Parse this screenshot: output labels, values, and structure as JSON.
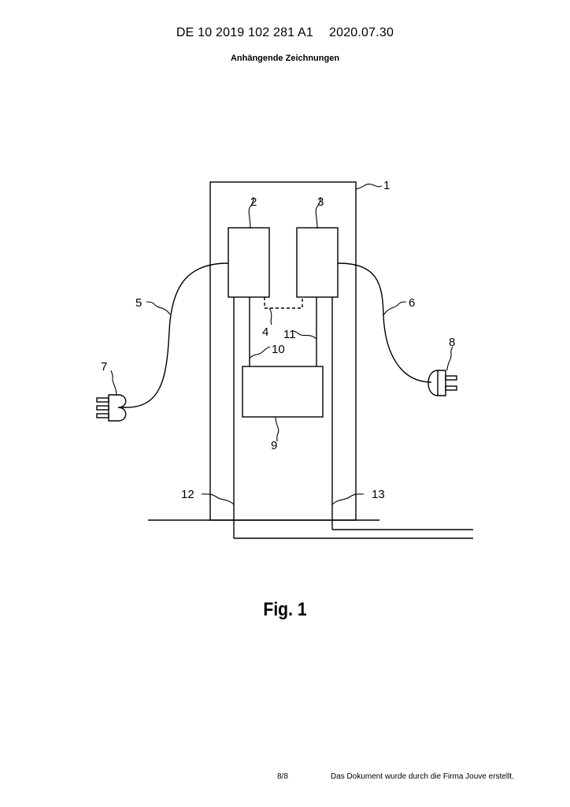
{
  "header": {
    "publication_number": "DE 10 2019 102 281 A1",
    "publication_date": "2020.07.30"
  },
  "subtitle": "Anhängende Zeichnungen",
  "figure": {
    "caption": "Fig. 1",
    "reference_numerals": [
      "1",
      "2",
      "3",
      "4",
      "5",
      "6",
      "7",
      "8",
      "9",
      "10",
      "11",
      "12",
      "13"
    ]
  },
  "footer": {
    "page": "8/8",
    "note": "Das Dokument wurde durch die Firma Jouve erstellt."
  }
}
